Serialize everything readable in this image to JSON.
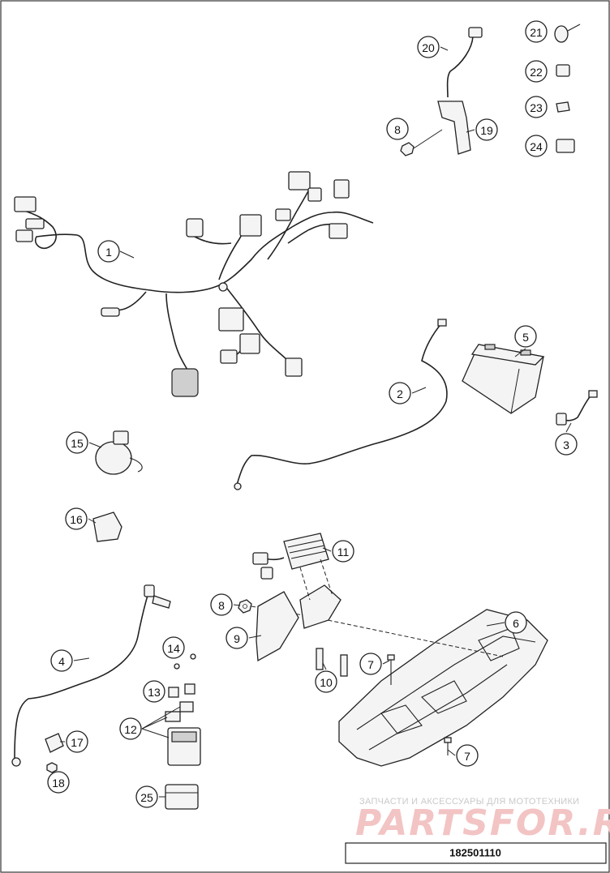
{
  "diagram": {
    "drawing_number": "182501110",
    "watermark": {
      "tagline": "ЗАПЧАСТИ И АКСЕССУАРЫ ДЛЯ МОТОТЕХНИКИ",
      "logo": "PARTSFOR.RU"
    },
    "callouts": [
      {
        "id": "c1",
        "label": "1"
      },
      {
        "id": "c2",
        "label": "2"
      },
      {
        "id": "c3",
        "label": "3"
      },
      {
        "id": "c4",
        "label": "4"
      },
      {
        "id": "c5",
        "label": "5"
      },
      {
        "id": "c6",
        "label": "6"
      },
      {
        "id": "c7a",
        "label": "7"
      },
      {
        "id": "c7b",
        "label": "7"
      },
      {
        "id": "c8a",
        "label": "8"
      },
      {
        "id": "c8b",
        "label": "8"
      },
      {
        "id": "c9",
        "label": "9"
      },
      {
        "id": "c10",
        "label": "10"
      },
      {
        "id": "c11",
        "label": "11"
      },
      {
        "id": "c12",
        "label": "12"
      },
      {
        "id": "c13",
        "label": "13"
      },
      {
        "id": "c14",
        "label": "14"
      },
      {
        "id": "c15",
        "label": "15"
      },
      {
        "id": "c16",
        "label": "16"
      },
      {
        "id": "c17",
        "label": "17"
      },
      {
        "id": "c18",
        "label": "18"
      },
      {
        "id": "c19",
        "label": "19"
      },
      {
        "id": "c20",
        "label": "20"
      },
      {
        "id": "c21",
        "label": "21"
      },
      {
        "id": "c22",
        "label": "22"
      },
      {
        "id": "c23",
        "label": "23"
      },
      {
        "id": "c24",
        "label": "24"
      },
      {
        "id": "c25",
        "label": "25"
      }
    ]
  }
}
